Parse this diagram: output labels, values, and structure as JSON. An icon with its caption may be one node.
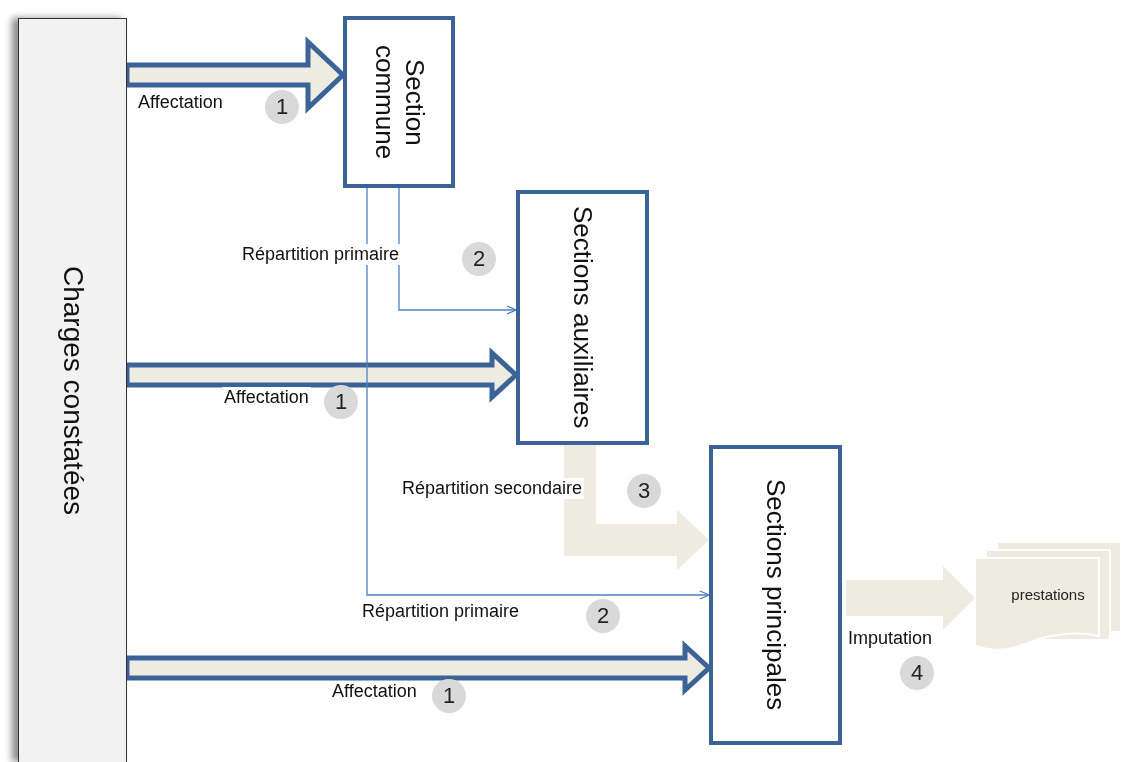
{
  "diagram": {
    "nodes": [
      {
        "text": [
          "Charges constatées"
        ]
      },
      {
        "text": [
          "Section commune"
        ]
      },
      {
        "text": [
          "Sections auxiliaires"
        ]
      },
      {
        "text": [
          "Sections principales"
        ]
      },
      {
        "text": [
          "prestations"
        ]
      }
    ],
    "edges": [
      {
        "from": 0,
        "to": 1,
        "arrow": "to",
        "label": "Affectation",
        "style": "thick"
      },
      {
        "from": 1,
        "to": 2,
        "arrow": "to",
        "label": "Répartition primaire",
        "color": "#4f81bd"
      },
      {
        "from": 0,
        "to": 2,
        "arrow": "to",
        "label": "Affectation",
        "style": "thick"
      },
      {
        "from": 2,
        "to": 3,
        "arrow": "to",
        "label": "Répartition secondaire",
        "style": "thick",
        "color": "#eeece1"
      },
      {
        "from": 1,
        "to": 3,
        "arrow": "to",
        "label": "Répartition primaire",
        "color": "#4f81bd"
      },
      {
        "from": 0,
        "to": 3,
        "arrow": "to",
        "label": "Affectation",
        "style": "thick"
      },
      {
        "from": 3,
        "to": 4,
        "arrow": "to",
        "label": "Imputation",
        "style": "thick",
        "color": "#eeece1"
      }
    ],
    "labels": [
      "1",
      "2",
      "1",
      "3",
      "2",
      "4",
      "1"
    ]
  }
}
